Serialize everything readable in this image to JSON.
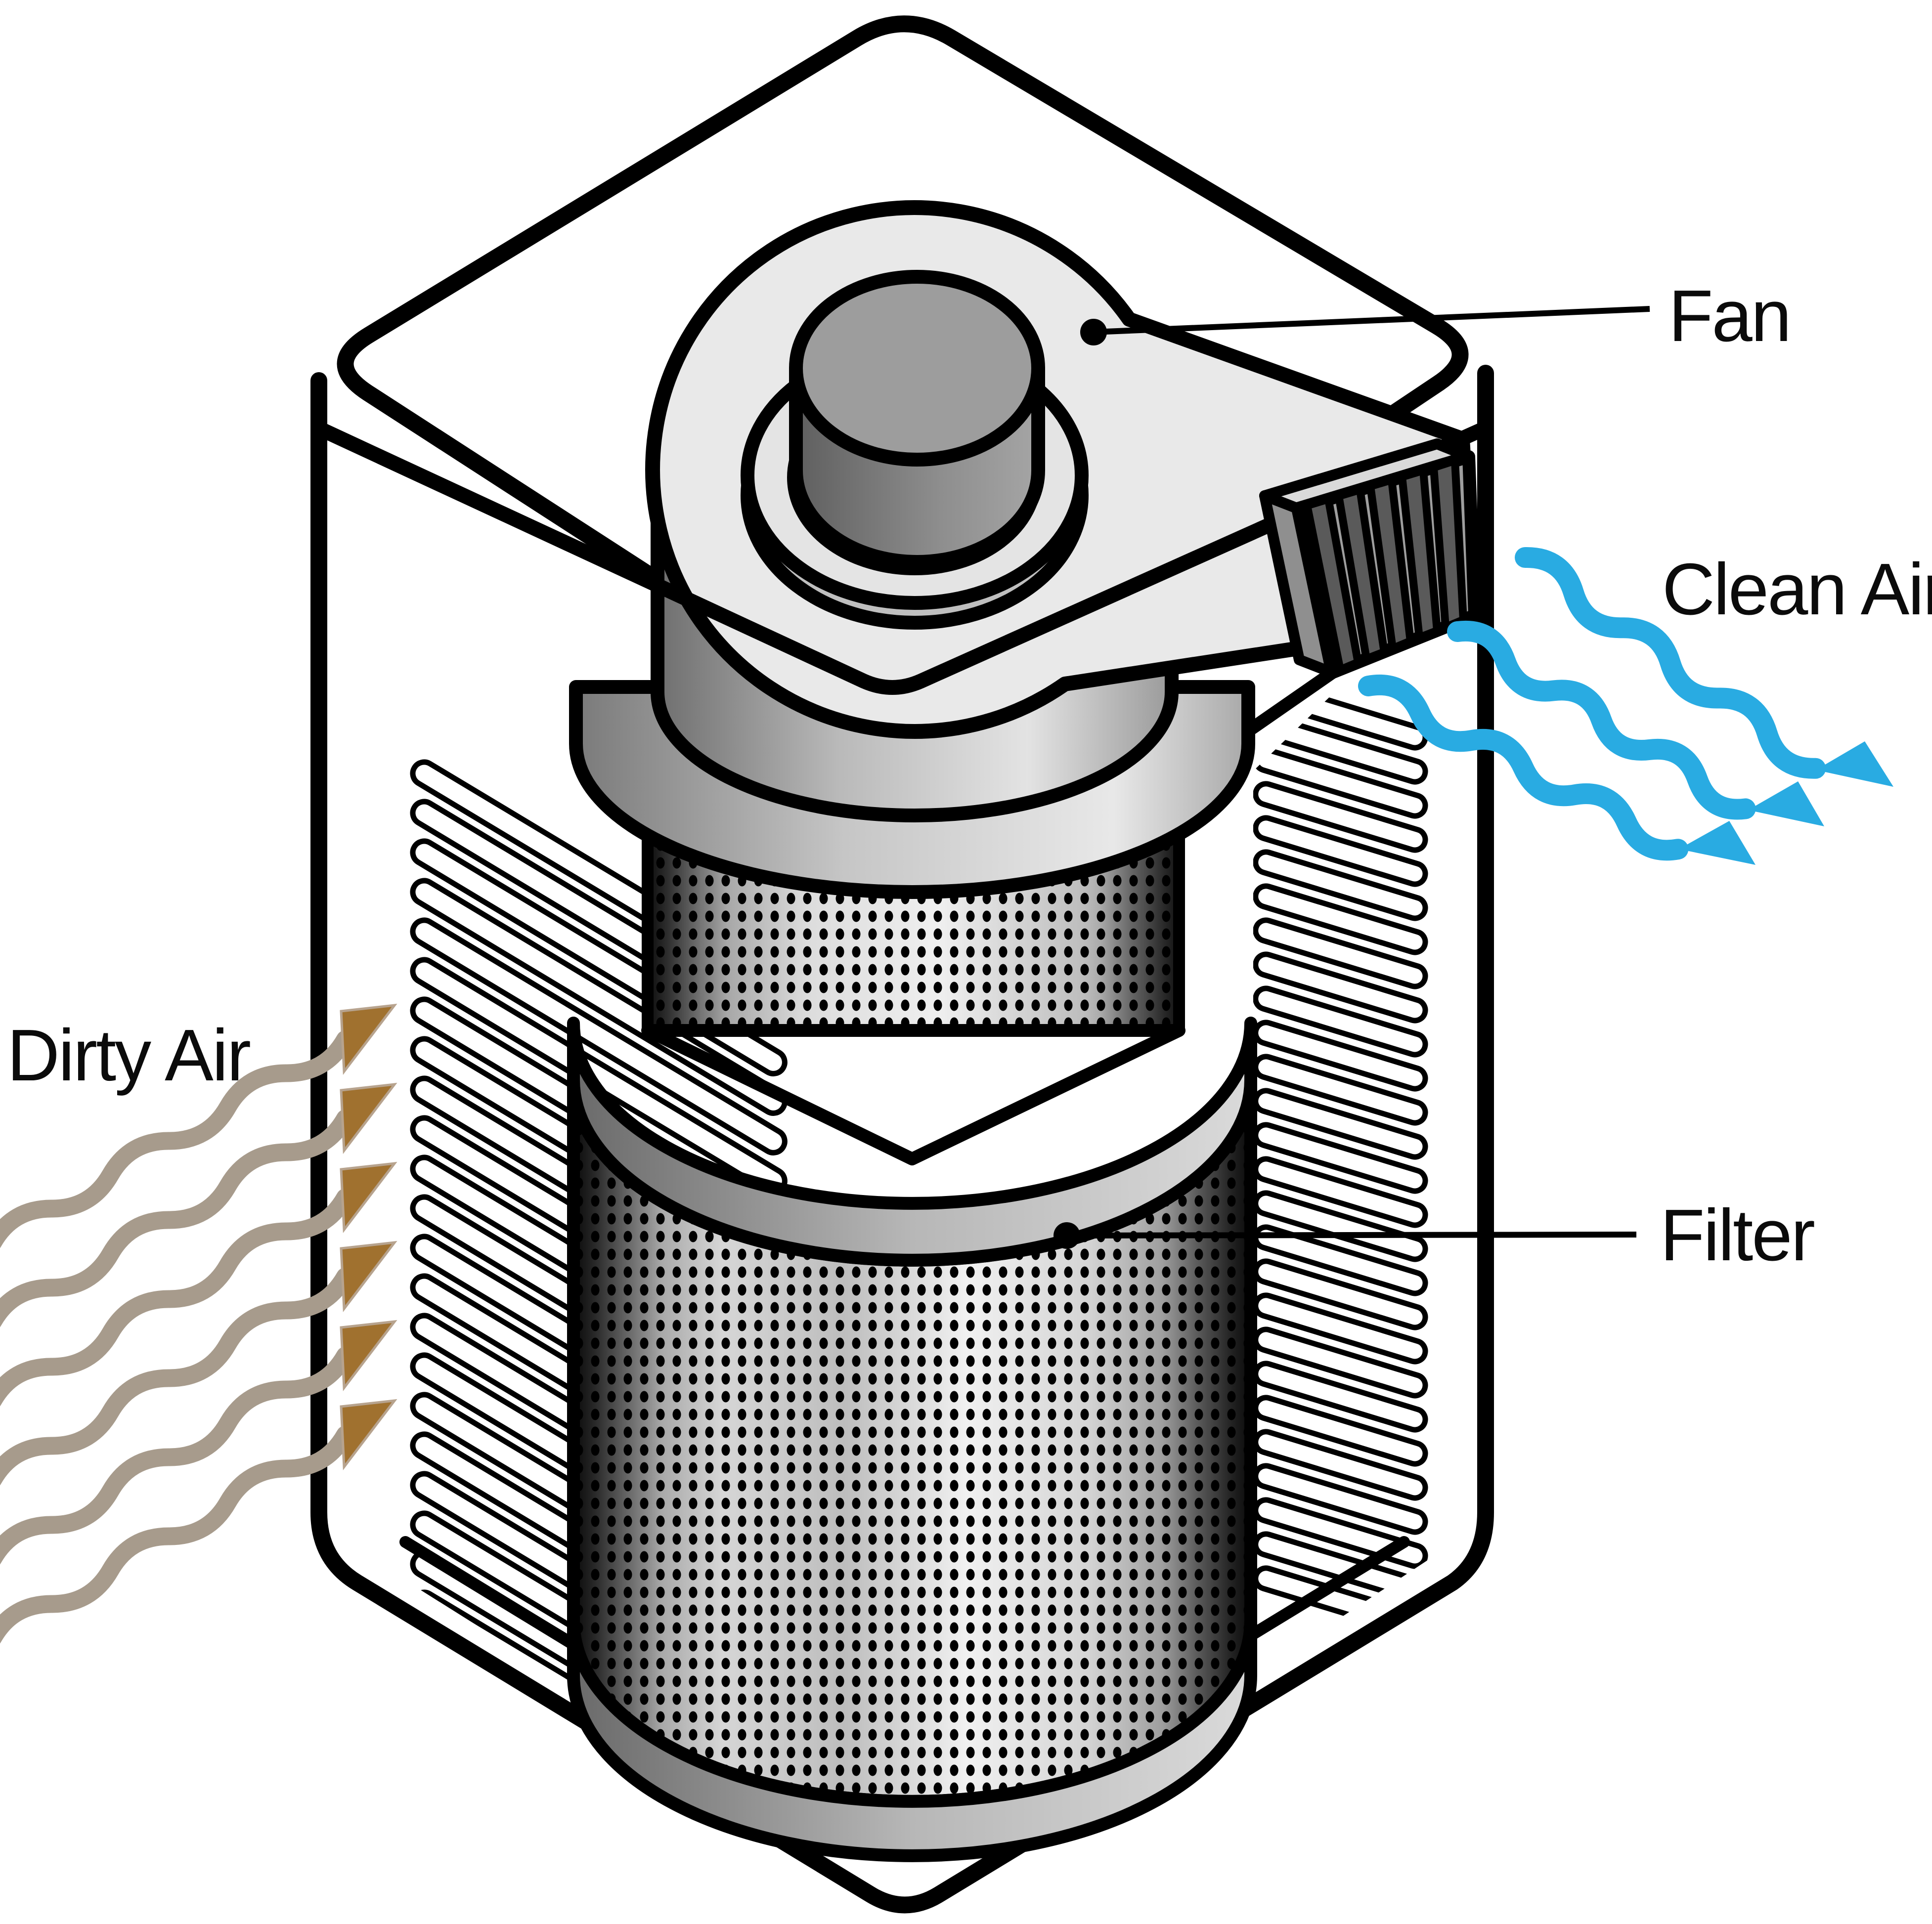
{
  "description": "Isometric cutaway diagram of an air purifier: dirty air is drawn in through the left grille, passes through a perforated cylindrical filter, and a scroll fan blows clean air out of a louvered side outlet.",
  "labels": {
    "fan": "Fan",
    "clean_air": "Clean Air",
    "dirty_air": "Dirty Air",
    "filter": "Filter"
  },
  "colors": {
    "clean_air": "#29ABE2",
    "dirty_tail": "#A79B8C",
    "dirty_head": "#A0712F",
    "outline": "#000000"
  },
  "arrows": {
    "clean_air_count": 3,
    "dirty_air_count": 6
  },
  "parts": {
    "fan": "scroll fan with motor cap",
    "filter": "perforated cylindrical filter",
    "outlet": "louvered clean-air outlet",
    "enclosure": "isometric box enclosure with coil grilles"
  }
}
